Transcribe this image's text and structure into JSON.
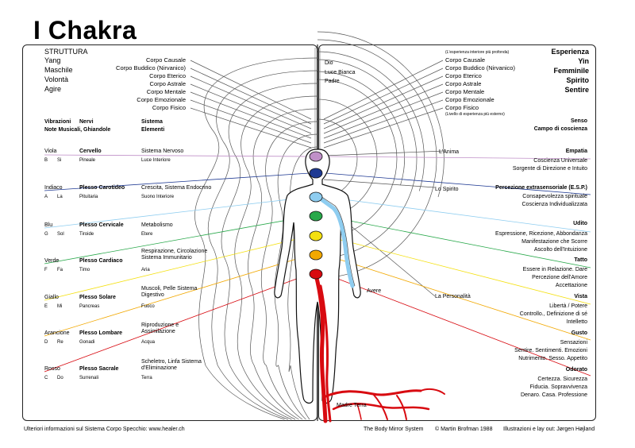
{
  "title": "I Chakra",
  "left_header": {
    "struttura": "STRUTTURA",
    "items": [
      "Yang",
      "Maschile",
      "Volontà",
      "Agire"
    ],
    "bodies": [
      "Corpo Causale",
      "Corpo Buddico (Nirvanico)",
      "Corpo Eterico",
      "Corpo Astrale",
      "Corpo Mentale",
      "Corpo Emozionale",
      "Corpo Fisico"
    ]
  },
  "left_cols": {
    "vibrazioni": "Vibrazioni",
    "nervi": "Nervi",
    "sistema": "Sistema",
    "note": "Note Musicali, Ghiandole",
    "elementi": "Elementi"
  },
  "chakras": [
    {
      "color_name": "Viola",
      "note": "B",
      "solfege": "Si",
      "nerve": "Cervello",
      "gland": "Pineale",
      "system": "Sistema Nervoso",
      "element": "Luce Interiore",
      "color": "#c090c8"
    },
    {
      "color_name": "Indiaco",
      "note": "A",
      "solfege": "La",
      "nerve": "Plesso Carotideo",
      "gland": "Pituitaria",
      "system": "Crescita, Sistema Endocrino",
      "element": "Suono Interiore",
      "color": "#1f3a93"
    },
    {
      "color_name": "Blu",
      "note": "G",
      "solfege": "Sol",
      "nerve": "Plesso Cervicale",
      "gland": "Tiroide",
      "system": "Metabolismo",
      "element": "Etere",
      "color": "#8ecdf0"
    },
    {
      "color_name": "Verde",
      "note": "F",
      "solfege": "Fa",
      "nerve": "Plesso Cardiaco",
      "gland": "Timo",
      "system": "Respirazione, Circolazione Sistema Immunitario",
      "element": "Aria",
      "color": "#28a84a"
    },
    {
      "color_name": "Giallo",
      "note": "E",
      "solfege": "Mi",
      "nerve": "Plesso Solare",
      "gland": "Pancreas",
      "system": "Muscoli, Pelle Sistema Digestivo",
      "element": "Fuoco",
      "color": "#f4e010"
    },
    {
      "color_name": "Arancione",
      "note": "D",
      "solfege": "Re",
      "nerve": "Plesso Lombare",
      "gland": "Gonadi",
      "system": "Riproduzione e Assimilazione",
      "element": "Acqua",
      "color": "#f2a800"
    },
    {
      "color_name": "Rosso",
      "note": "C",
      "solfege": "Do",
      "nerve": "Plesso Sacrale",
      "gland": "Surrenali",
      "system": "Scheletro, Linfa Sistema d'Eliminazione",
      "element": "Terra",
      "color": "#d80a10"
    }
  ],
  "center": {
    "dio": "Dio",
    "luce": "Luce Bianca",
    "padre": "Padre",
    "anima": "L'Anima",
    "spirito": "Lo Spirito",
    "personalita": "La Personalità",
    "avere": "Avere",
    "madre_terra": "Madre Terra"
  },
  "right_header": {
    "deep_note": "(L'esperienza interiore più profonda)",
    "bodies": [
      "Corpo Causale",
      "Corpo Buddico (Nirvanico)",
      "Corpo Eterico",
      "Corpo Astrale",
      "Corpo Mentale",
      "Corpo Emozionale",
      "Corpo Fisico"
    ],
    "ext_note": "(Livello di esperienza più esterno)",
    "items": [
      "Esperienza",
      "Yin",
      "Femminile",
      "Spirito",
      "Sentire"
    ]
  },
  "right_cols": {
    "senso": "Senso",
    "campo": "Campo di coscienza"
  },
  "senses": [
    {
      "name": "Empatia",
      "lines": [
        "Coscienza Universale",
        "Sorgente di Direzione e Intuito"
      ]
    },
    {
      "name": "Percezione extrasensoriale (E.S.P.)",
      "lines": [
        "Consapevolezza spirituale",
        "Coscienza Individualizzata"
      ]
    },
    {
      "name": "Udito",
      "lines": [
        "Espressione, Ricezione, Abbondanza",
        "Manifestazione che Scorre",
        "Ascolto dell'Intuizione"
      ]
    },
    {
      "name": "Tatto",
      "lines": [
        "Essere in Relazione. Dare",
        "Percezione dell'Amore",
        "Accettazione"
      ]
    },
    {
      "name": "Vista",
      "lines": [
        "Libertà / Potere",
        "Controllo., Definizione di sé",
        "Intelletto"
      ]
    },
    {
      "name": "Gusto",
      "lines": [
        "Sensazioni",
        "Sentire. Sentimenti. Emozioni",
        "Nutrimento. Sesso. Appetito"
      ]
    },
    {
      "name": "Odorato",
      "lines": [
        "Certezza. Sicurezza",
        "Fiducia. Sopravvivenza",
        "Denaro. Casa. Professione"
      ]
    }
  ],
  "footer": {
    "left": "Ulteriori informazioni sul Sistema Corpo Specchio: www.healer.ch",
    "system": "The Body Mirror System",
    "copyright": "© Martin Brofman 1988",
    "credits": "Illustrazioni e lay out: Jørgen Højland"
  }
}
